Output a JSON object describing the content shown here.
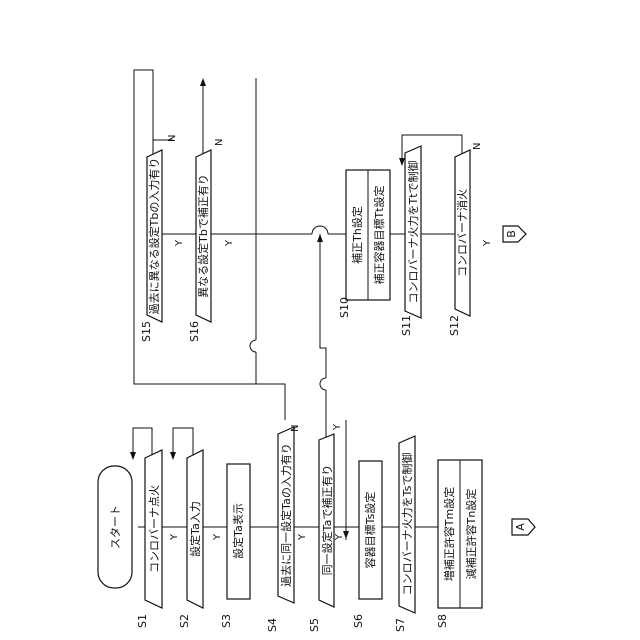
{
  "steps": {
    "start": "スタート",
    "s1": "コンロバーナ点火",
    "s2": "設定Ta入力",
    "s3": "設定Ta表示",
    "s4": "過去に同一設定Taの入力有り",
    "s5": "同一設定Taで補正有り",
    "s6": "容器目標Ts設定",
    "s7": "コンロバーナ火力をTsで制御",
    "s8a": "増補正許容Tm設定",
    "s8b": "減補正許容Tn設定",
    "s10a": "補正Th設定",
    "s10b": "補正容器目標Tt設定",
    "s11": "コンロバーナ火力をTtで制御",
    "s12": "コンロバーナ消火",
    "s15": "過去に異なる設定Tbの入力有り",
    "s16": "異なる設定Tbで補正有り"
  },
  "step_labels": {
    "s1": "S1",
    "s2": "S2",
    "s3": "S3",
    "s4": "S4",
    "s5": "S5",
    "s6": "S6",
    "s7": "S7",
    "s8": "S8",
    "s10": "S10",
    "s11": "S11",
    "s12": "S12",
    "s15": "S15",
    "s16": "S16"
  },
  "connectors": {
    "a": "A",
    "b": "B"
  },
  "branch": {
    "yes": "Y",
    "no": "N"
  }
}
